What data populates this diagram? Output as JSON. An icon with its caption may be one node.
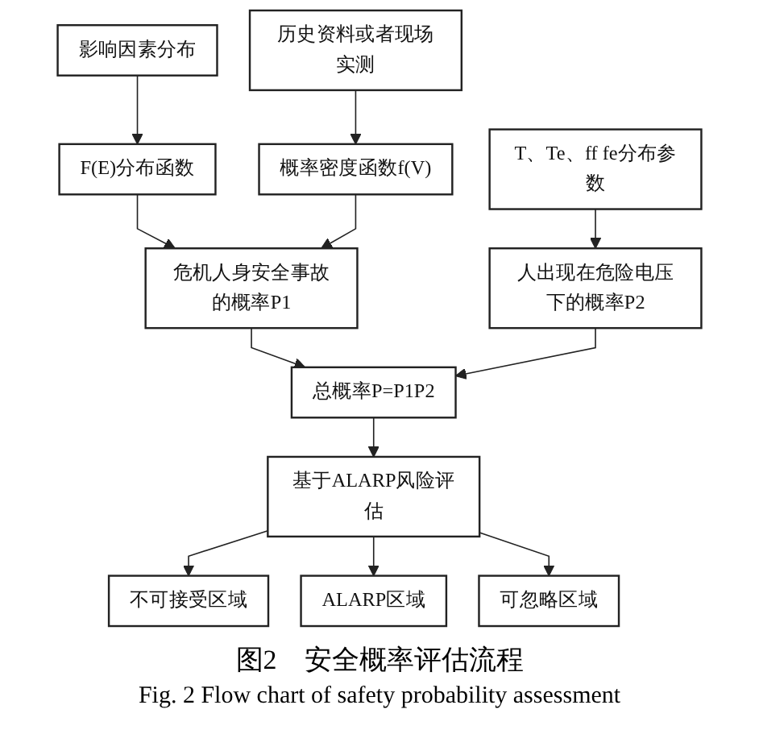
{
  "diagram": {
    "caption": "图2　安全概率评估流程",
    "nodes": [
      {
        "text": [
          "影响因素分布"
        ]
      },
      {
        "text": [
          "历史资料或者现场实测"
        ]
      },
      {
        "text": [
          "T、Te、ff fe分布参数"
        ]
      },
      {
        "text": [
          "F(E)分布函数"
        ]
      },
      {
        "text": [
          "概率密度函数f(V)"
        ]
      },
      {
        "text": [
          "危机人身安全事故的概率P1"
        ]
      },
      {
        "text": [
          "人出现在危险电压下的概率P2"
        ]
      },
      {
        "text": [
          "总概率P=P1P2"
        ]
      },
      {
        "text": [
          "基于ALARP风险评估"
        ]
      },
      {
        "text": [
          "不可接受区域"
        ]
      },
      {
        "text": [
          "ALARP区域"
        ]
      },
      {
        "text": [
          "可忽略区域"
        ]
      }
    ],
    "edges": [
      {
        "from": 0,
        "to": 3,
        "arrow": "to"
      },
      {
        "from": 1,
        "to": 4,
        "arrow": "to"
      },
      {
        "from": 3,
        "to": 5,
        "arrow": "to"
      },
      {
        "from": 4,
        "to": 5,
        "arrow": "to"
      },
      {
        "from": 2,
        "to": 6,
        "arrow": "to"
      },
      {
        "from": 5,
        "to": 7,
        "arrow": "to"
      },
      {
        "from": 6,
        "to": 7,
        "arrow": "to"
      },
      {
        "from": 7,
        "to": 8,
        "arrow": "to"
      },
      {
        "from": 8,
        "to": 9,
        "arrow": "to"
      },
      {
        "from": 8,
        "to": 10,
        "arrow": "to"
      },
      {
        "from": 8,
        "to": 11,
        "arrow": "to"
      }
    ],
    "labels": [
      "Fig. 2 Flow chart of safety probability assessment"
    ]
  }
}
